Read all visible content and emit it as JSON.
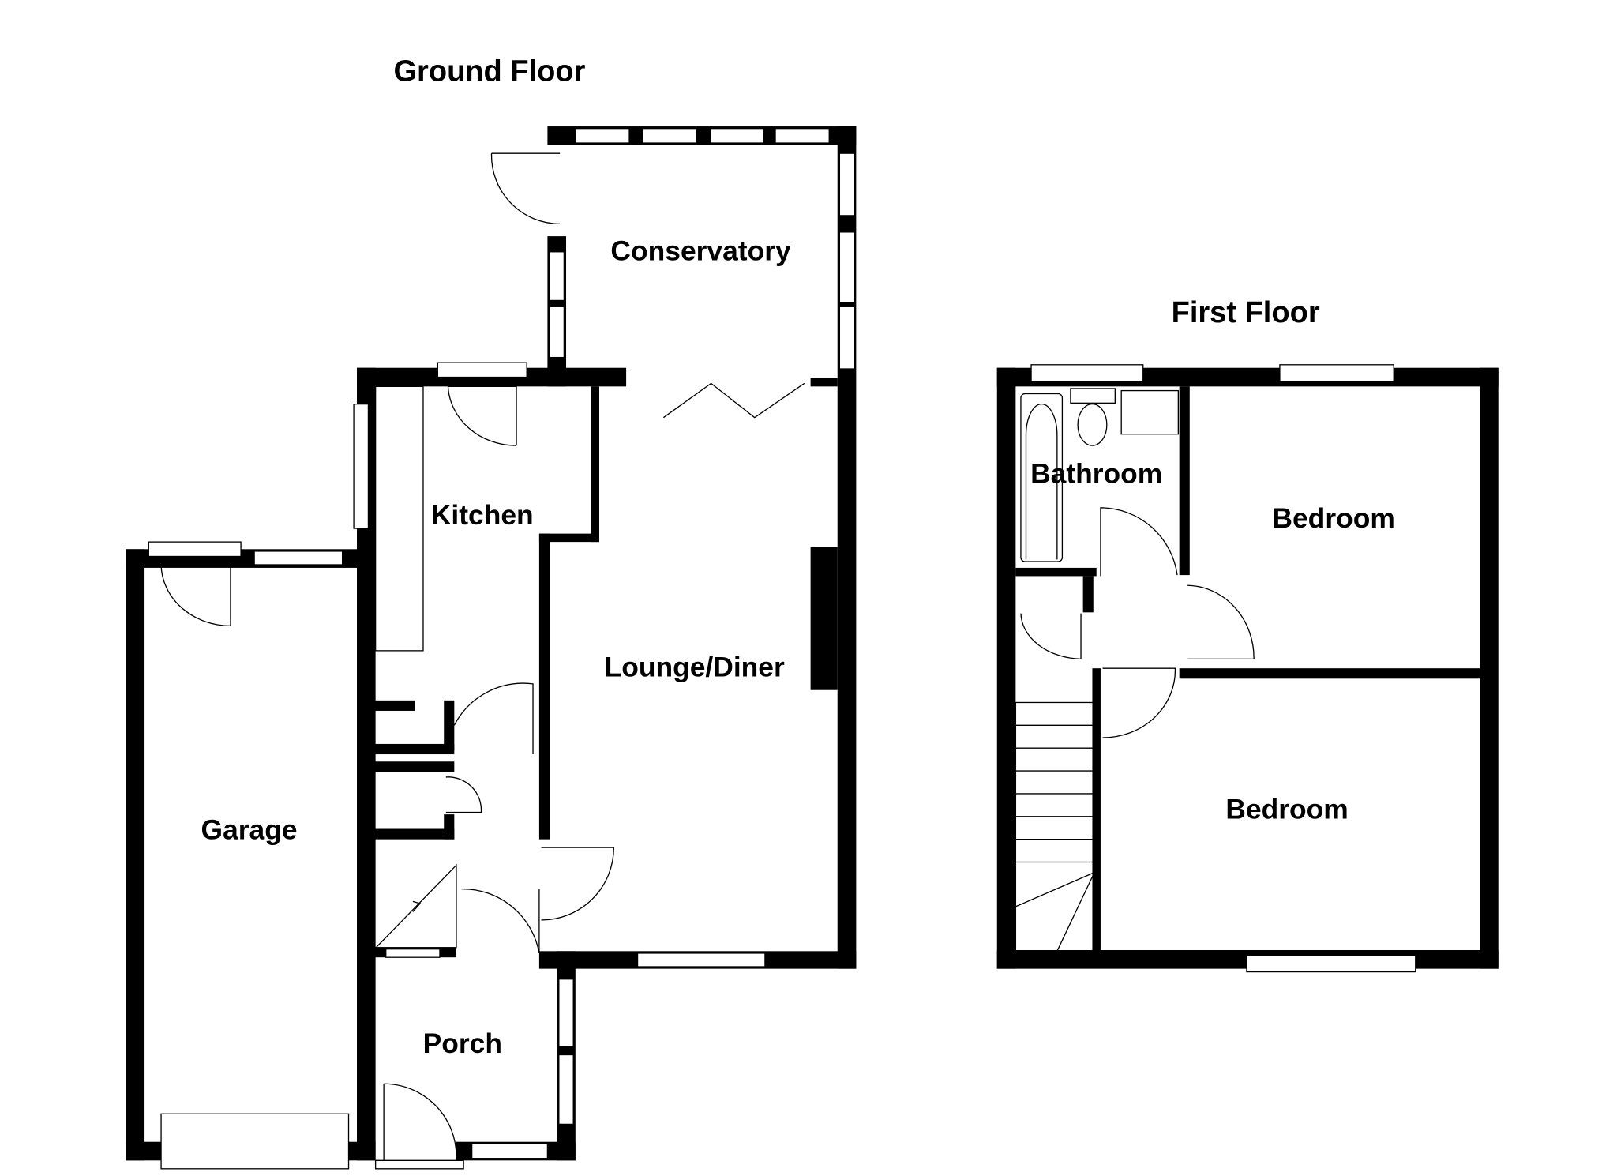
{
  "ground_floor": {
    "title": "Ground Floor",
    "rooms": [
      "Conservatory",
      "Kitchen",
      "Lounge/Diner",
      "Garage",
      "Porch"
    ]
  },
  "first_floor": {
    "title": "First Floor",
    "rooms": [
      "Bathroom",
      "Bedroom",
      "Bedroom"
    ]
  }
}
